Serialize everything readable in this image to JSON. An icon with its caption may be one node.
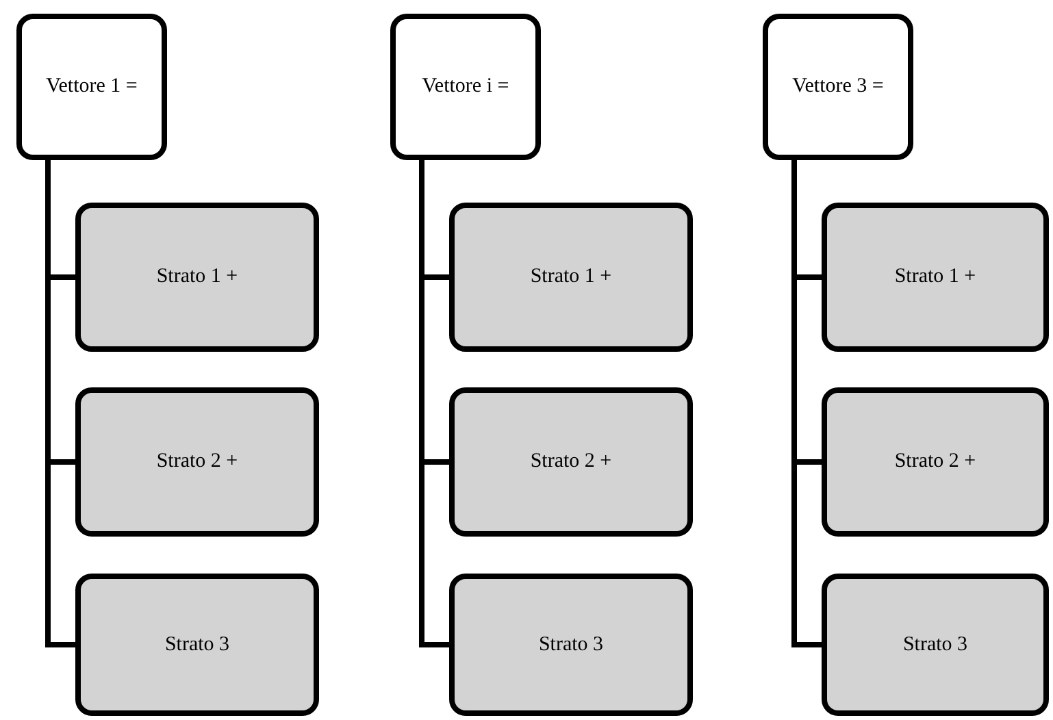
{
  "diagram": {
    "nodes": [
      {
        "text": [
          "Vettore 1 ="
        ]
      },
      {
        "text": [
          "Strato 1 +"
        ]
      },
      {
        "text": [
          "Strato 2 +"
        ]
      },
      {
        "text": [
          "Strato 3"
        ]
      },
      {
        "text": [
          "Vettore i ="
        ]
      },
      {
        "text": [
          "Strato 1 +"
        ]
      },
      {
        "text": [
          "Strato 2 +"
        ]
      },
      {
        "text": [
          "Strato 3"
        ]
      },
      {
        "text": [
          "Vettore 3 ="
        ]
      },
      {
        "text": [
          "Strato 1 +"
        ]
      },
      {
        "text": [
          "Strato 2 +"
        ]
      },
      {
        "text": [
          "Strato 3"
        ]
      }
    ],
    "edges": [
      {
        "from": 0,
        "to": 1,
        "arrow": "none"
      },
      {
        "from": 0,
        "to": 2,
        "arrow": "none"
      },
      {
        "from": 0,
        "to": 3,
        "arrow": "none"
      },
      {
        "from": 4,
        "to": 5,
        "arrow": "none"
      },
      {
        "from": 4,
        "to": 6,
        "arrow": "none"
      },
      {
        "from": 4,
        "to": 7,
        "arrow": "none"
      },
      {
        "from": 8,
        "to": 9,
        "arrow": "none"
      },
      {
        "from": 8,
        "to": 10,
        "arrow": "none"
      },
      {
        "from": 8,
        "to": 11,
        "arrow": "none"
      }
    ]
  }
}
